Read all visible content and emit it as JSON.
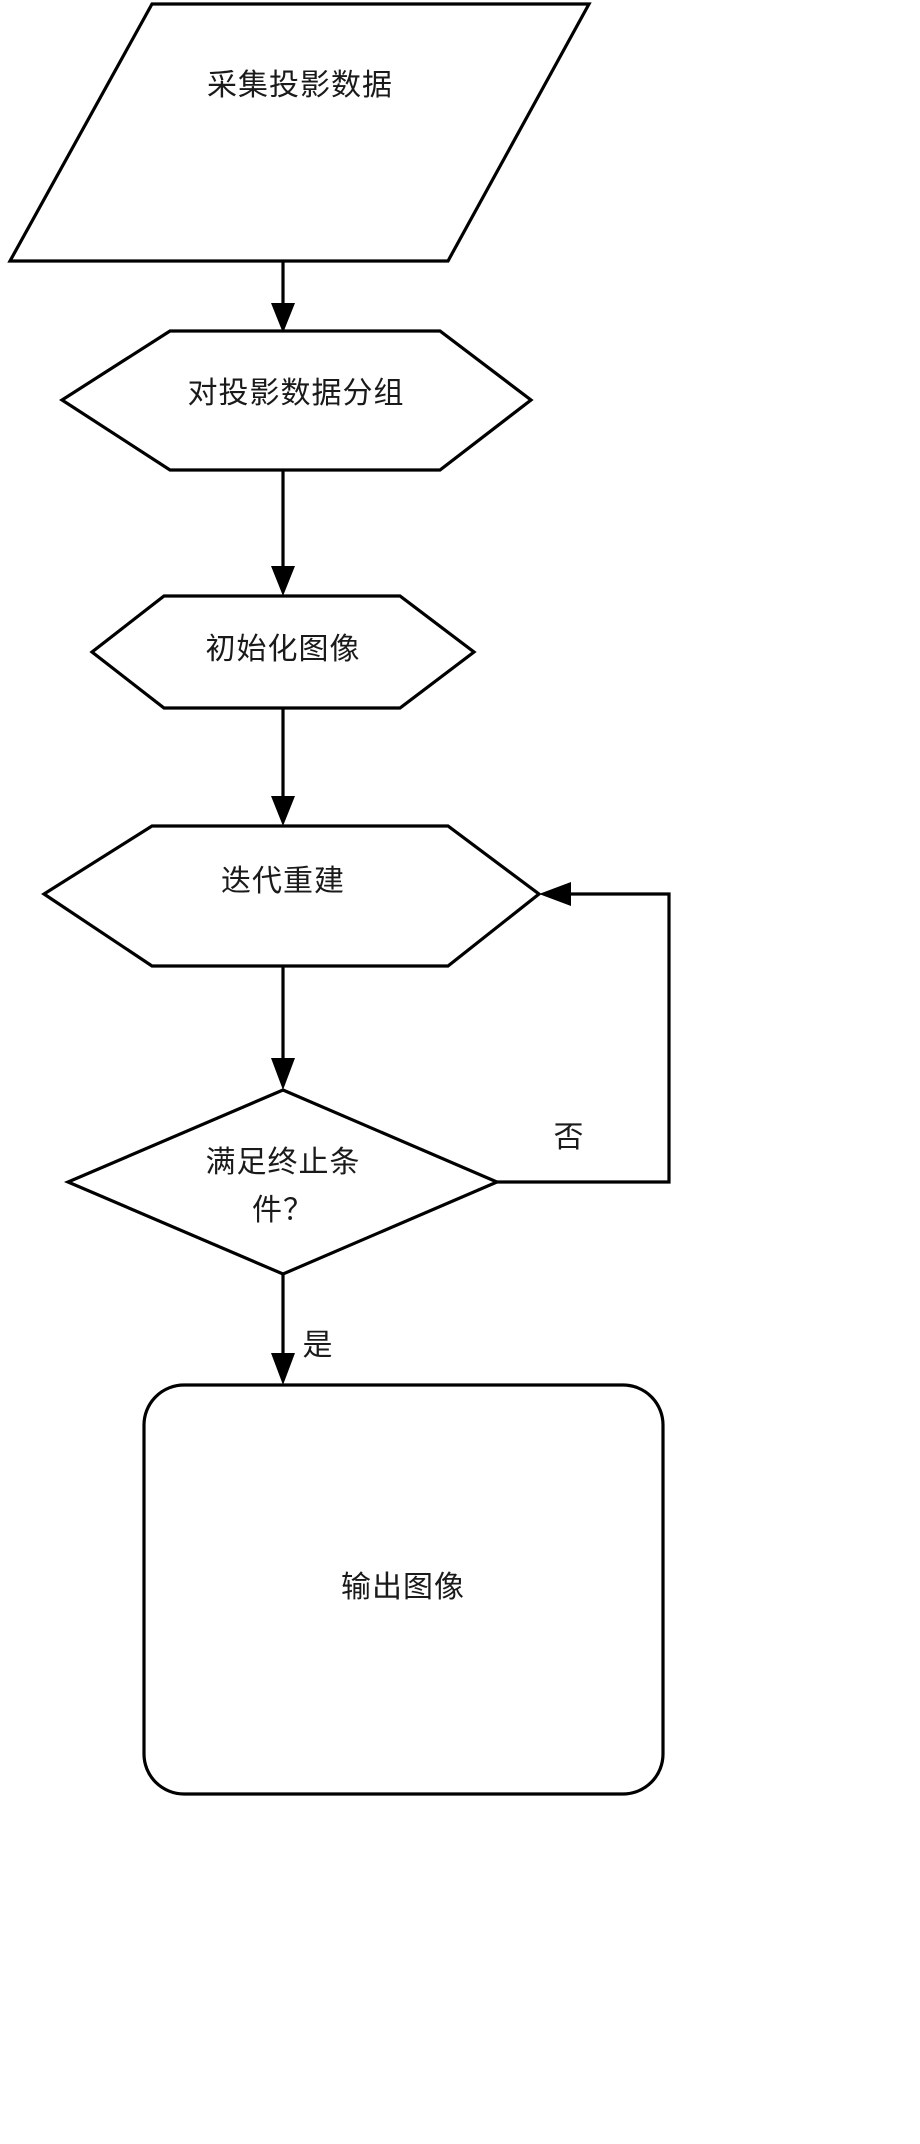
{
  "diagram": {
    "type": "flowchart",
    "orientation": "top-to-bottom",
    "title_text": "",
    "background_color": "#ffffff",
    "line_color": "#000000",
    "text_color": "#1a1a1a",
    "nodes": [
      {
        "id": "acquire",
        "shape": "parallelogram",
        "role": "input",
        "label": "采集投影数据"
      },
      {
        "id": "group",
        "shape": "hexagon",
        "role": "process",
        "label": "对投影数据分组"
      },
      {
        "id": "init",
        "shape": "hexagon",
        "role": "process",
        "label": "初始化图像"
      },
      {
        "id": "iterate",
        "shape": "hexagon",
        "role": "process",
        "label": "迭代重建"
      },
      {
        "id": "decision",
        "shape": "diamond",
        "role": "decision",
        "label_line1": "满足终止条",
        "label_line2": "件？"
      },
      {
        "id": "output",
        "shape": "rounded-rectangle",
        "role": "terminator",
        "label": "输出图像"
      }
    ],
    "edges": [
      {
        "id": "e1",
        "from": "acquire",
        "to": "group",
        "label": ""
      },
      {
        "id": "e2",
        "from": "group",
        "to": "init",
        "label": ""
      },
      {
        "id": "e3",
        "from": "init",
        "to": "iterate",
        "label": ""
      },
      {
        "id": "e4",
        "from": "iterate",
        "to": "decision",
        "label": ""
      },
      {
        "id": "e5",
        "from": "decision",
        "to": "iterate",
        "label": "否"
      },
      {
        "id": "e6",
        "from": "decision",
        "to": "output",
        "label": "是"
      }
    ],
    "branch_labels": {
      "no": "否",
      "yes": "是"
    }
  }
}
